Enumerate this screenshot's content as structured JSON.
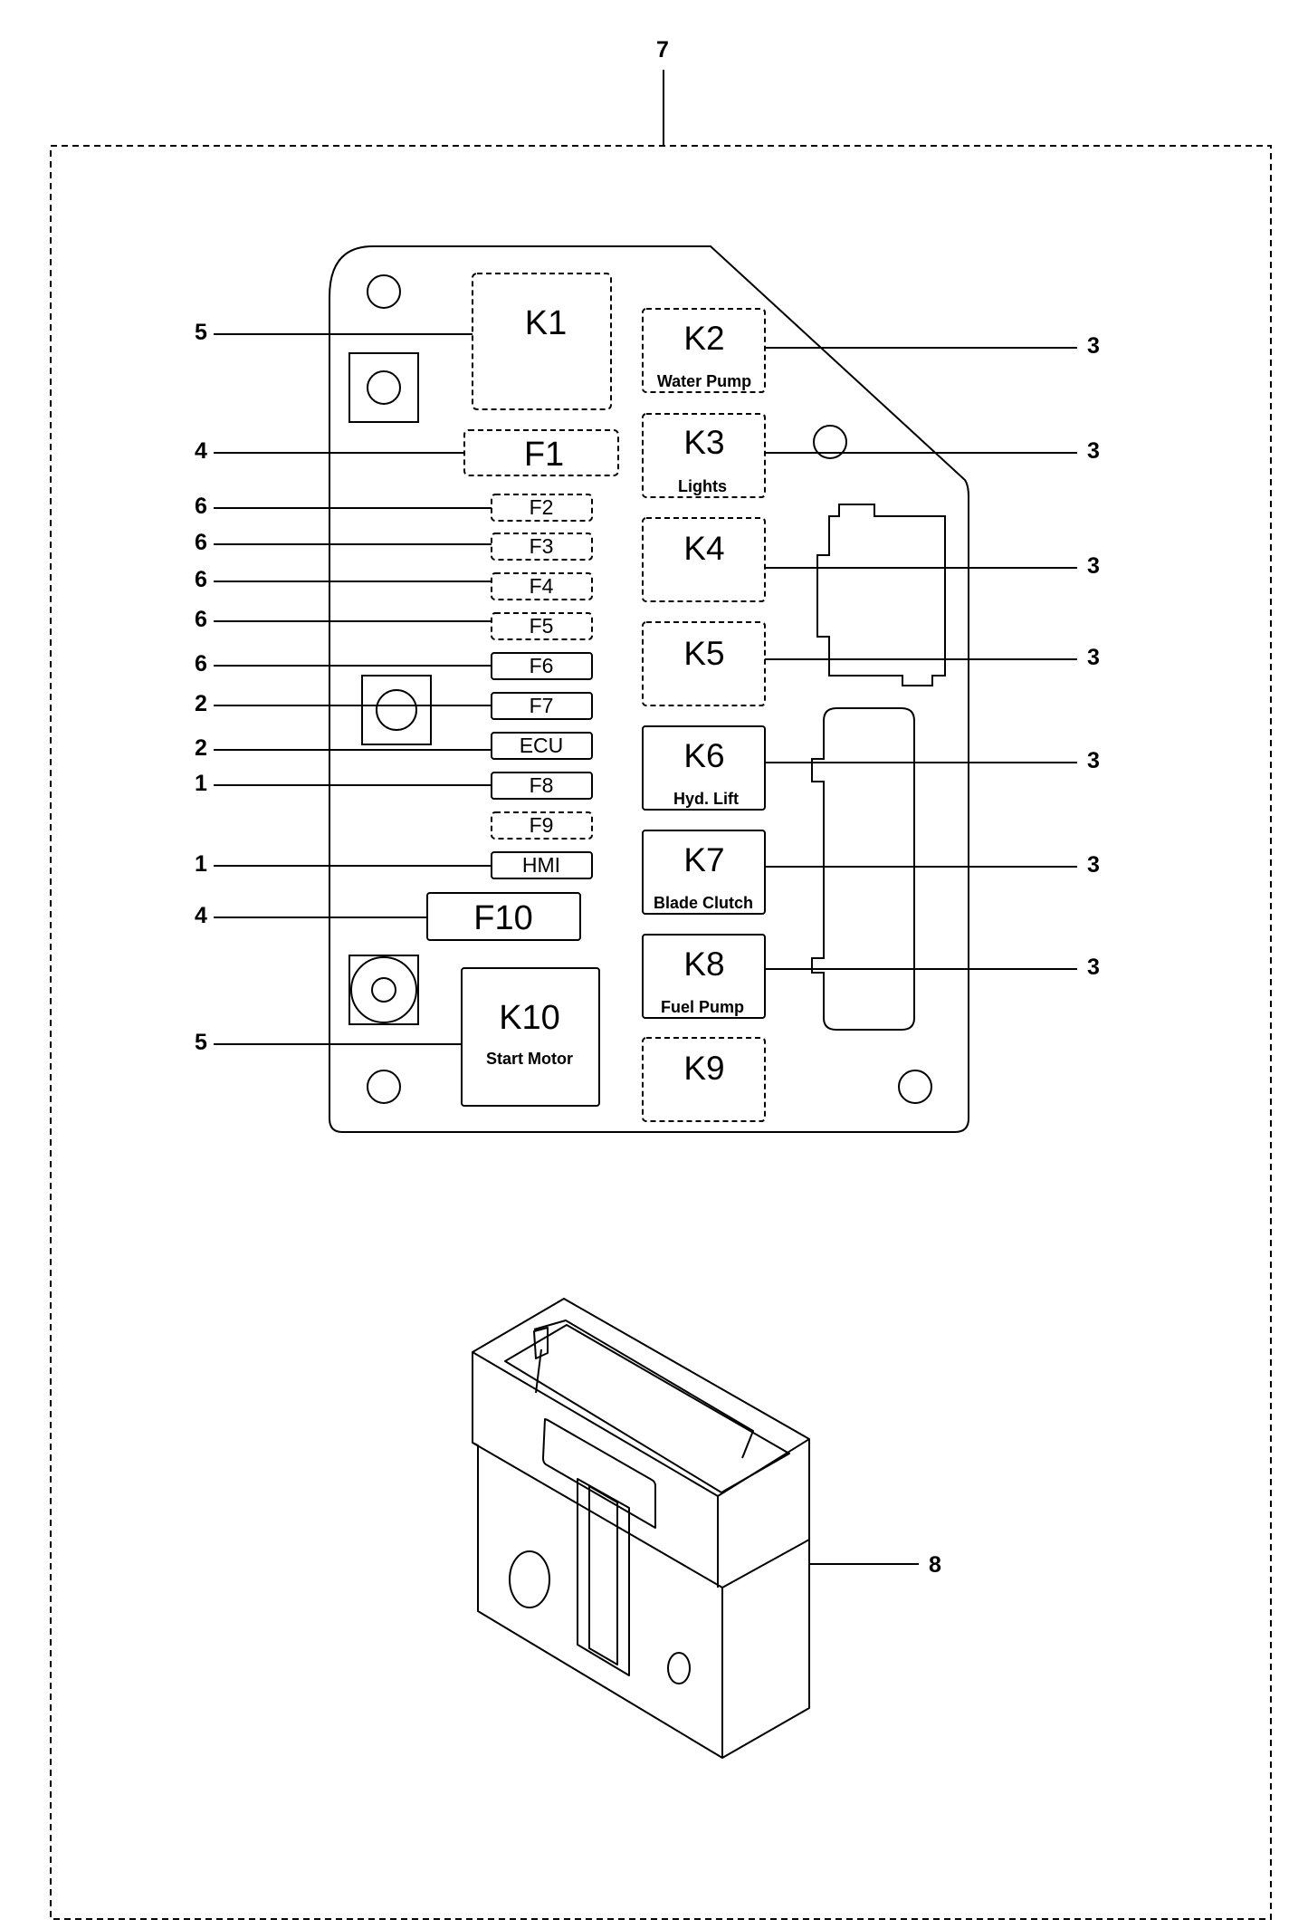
{
  "callouts": {
    "assembly": "7",
    "relay_k1": "5",
    "relay_k10": "5",
    "fuse_f1": "4",
    "fuse_f10": "4",
    "fuse_f2": "6",
    "fuse_f3": "6",
    "fuse_f4": "6",
    "fuse_f5": "6",
    "fuse_f6": "6",
    "fuse_f7": "2",
    "fuse_ecu": "2",
    "fuse_f8": "1",
    "fuse_hmi": "1",
    "relay_k2": "3",
    "relay_k3": "3",
    "relay_k4": "3",
    "relay_k5": "3",
    "relay_k6": "3",
    "relay_k7": "3",
    "relay_k8": "3",
    "connector": "8"
  },
  "relays": {
    "k1": {
      "name": "K1",
      "desc": ""
    },
    "k2": {
      "name": "K2",
      "desc": "Water Pump"
    },
    "k3": {
      "name": "K3",
      "desc": "Lights"
    },
    "k4": {
      "name": "K4",
      "desc": ""
    },
    "k5": {
      "name": "K5",
      "desc": ""
    },
    "k6": {
      "name": "K6",
      "desc": "Hyd. Lift"
    },
    "k7": {
      "name": "K7",
      "desc": "Blade Clutch"
    },
    "k8": {
      "name": "K8",
      "desc": "Fuel Pump"
    },
    "k9": {
      "name": "K9",
      "desc": ""
    },
    "k10": {
      "name": "K10",
      "desc": "Start Motor"
    }
  },
  "fuses": {
    "f1": "F1",
    "f2": "F2",
    "f3": "F3",
    "f4": "F4",
    "f5": "F5",
    "f6": "F6",
    "f7": "F7",
    "ecu": "ECU",
    "f8": "F8",
    "f9": "F9",
    "hmi": "HMI",
    "f10": "F10"
  }
}
